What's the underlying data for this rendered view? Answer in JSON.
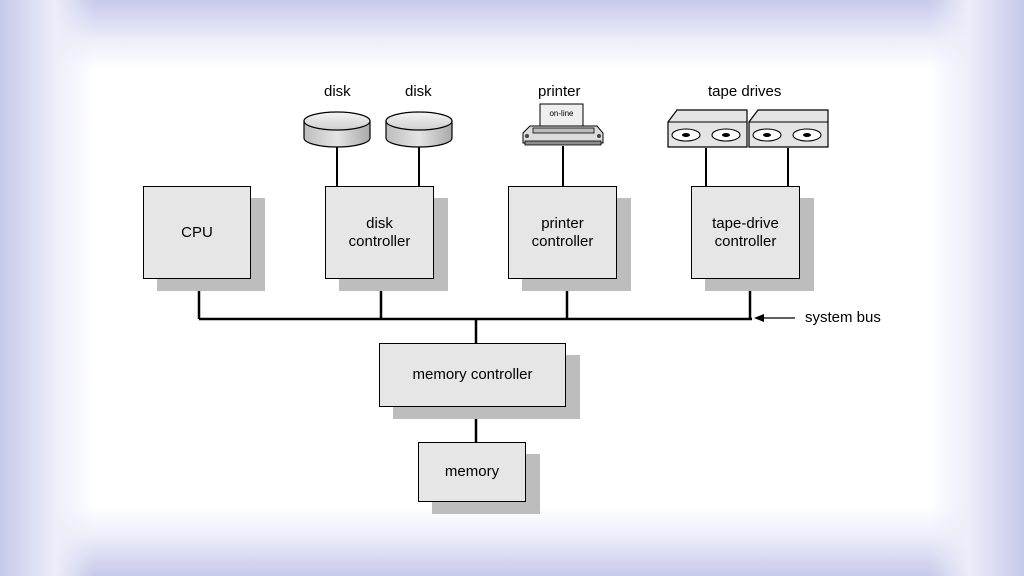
{
  "labels": {
    "disk_1": "disk",
    "disk_2": "disk",
    "printer": "printer",
    "printer_panel": "on-line",
    "tape_drives": "tape drives",
    "system_bus": "system bus"
  },
  "boxes": {
    "cpu": "CPU",
    "disk_controller": "disk\ncontroller",
    "printer_controller": "printer\ncontroller",
    "tape_drive_controller": "tape-drive\ncontroller",
    "memory_controller": "memory controller",
    "memory": "memory"
  },
  "colors": {
    "box_fill": "#e6e6e6",
    "box_shadow": "#bdbdbd",
    "line": "#000000",
    "frame_edge": "#c7c9ea"
  }
}
